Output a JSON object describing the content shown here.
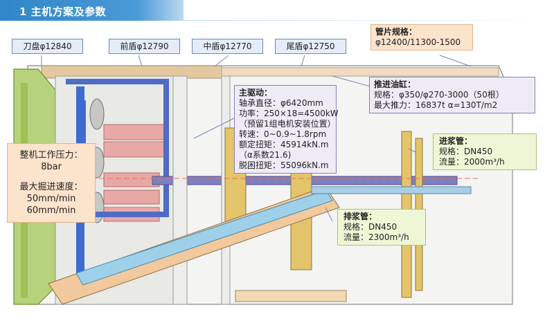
{
  "header": {
    "title": "1 主机方案及参数"
  },
  "shields": {
    "cutterhead": "刀盘φ12840",
    "front": "前盾φ12790",
    "middle": "中盾φ12770",
    "tail": "尾盾φ12750"
  },
  "segment": {
    "title": "管片规格：",
    "value": "φ12400/11300-1500"
  },
  "thrust": {
    "title": "推进油缸：",
    "spec": "规格：φ350/φ270-3000（50根）",
    "force": "最大推力：16837t   α=130T/m2"
  },
  "main_drive": {
    "title": "主驱动：",
    "lines": [
      "轴承直径：φ6420mm",
      "功率：250×18=4500kW",
      "（预留1组电机安装位置）",
      "转速：0~0.9~1.8rpm",
      "额定扭矩：45914kN.m",
      "（α系数21.6)",
      "脱困扭矩：55096kN.m"
    ]
  },
  "machine": {
    "lines": [
      "整机工作压力：",
      "8bar",
      "",
      "最大掘进速度：",
      "50mm/min",
      "60mm/min"
    ]
  },
  "feed_pipe": {
    "title": "进浆管：",
    "spec": "规格：DN450",
    "flow": "流量：2000m³/h"
  },
  "discharge_pipe": {
    "title": "排浆管：",
    "spec": "规格：DN450",
    "flow": "流量：2300m³/h"
  },
  "colors": {
    "accent": "#2f86c8",
    "blue_box": "#e3ecf8",
    "purple_box": "#efebf6",
    "orange_box": "#fbe3cc",
    "green_box": "#eef6d6"
  }
}
